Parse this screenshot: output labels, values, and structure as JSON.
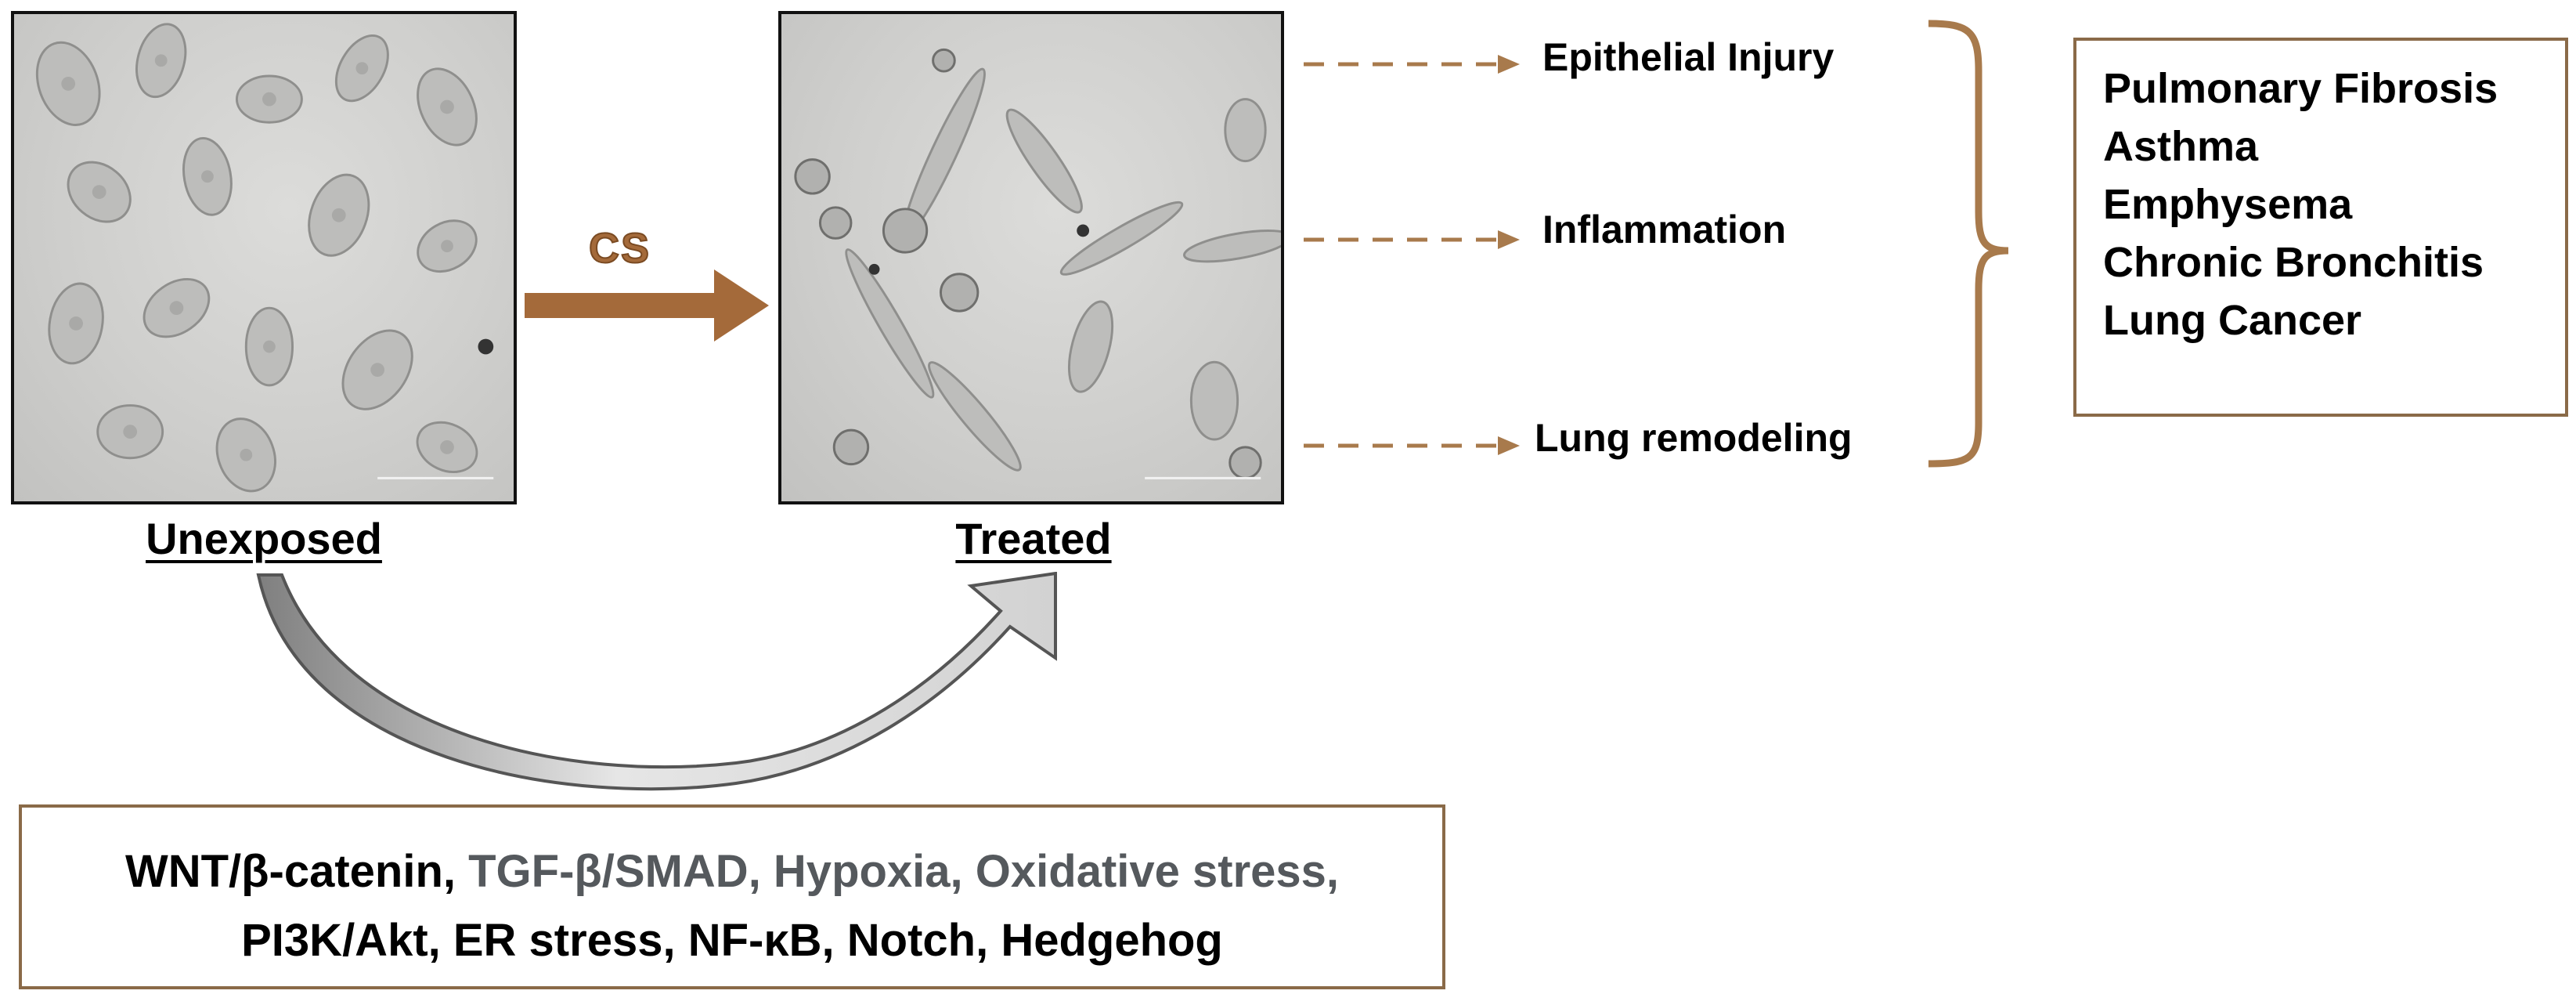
{
  "panels": {
    "unexposed_caption": "Unexposed",
    "treated_caption": "Treated"
  },
  "exposure_label": "CS",
  "effects": [
    "Epithelial Injury",
    "Inflammation",
    "Lung remodeling"
  ],
  "diseases": [
    "Pulmonary Fibrosis",
    "Asthma",
    "Emphysema",
    "Chronic Bronchitis",
    "Lung Cancer"
  ],
  "pathways": {
    "line1": [
      {
        "text": "WNT/β-catenin, ",
        "tone": "dark"
      },
      {
        "text": "TGF-β/SMAD, Hypoxia, Oxidative stress,",
        "tone": "grey"
      }
    ],
    "line2": [
      {
        "text": "PI3K/Akt, ER stress, NF-κB, Notch, Hedgehog",
        "tone": "dark"
      }
    ]
  },
  "colors": {
    "accent_brown": "#a46a3a",
    "dashed_arrow": "#a87a4c",
    "box_border": "#8a6a48",
    "grey_text": "#55595d"
  }
}
